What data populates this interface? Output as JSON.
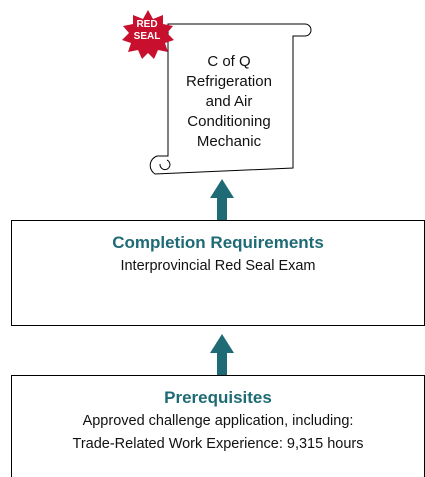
{
  "credential": {
    "seal_label_line1": "RED",
    "seal_label_line2": "SEAL",
    "title_lines": [
      "C of Q",
      "Refrigeration",
      "and Air",
      "Conditioning",
      "Mechanic"
    ]
  },
  "completion": {
    "heading": "Completion Requirements",
    "lines": [
      "Interprovincial Red Seal Exam"
    ]
  },
  "prerequisites": {
    "heading": "Prerequisites",
    "lines": [
      "Approved challenge application, including:",
      "Trade-Related Work Experience: 9,315 hours"
    ]
  },
  "colors": {
    "heading": "#1f6b75",
    "arrow": "#1f6b75",
    "seal": "#c8102e"
  }
}
